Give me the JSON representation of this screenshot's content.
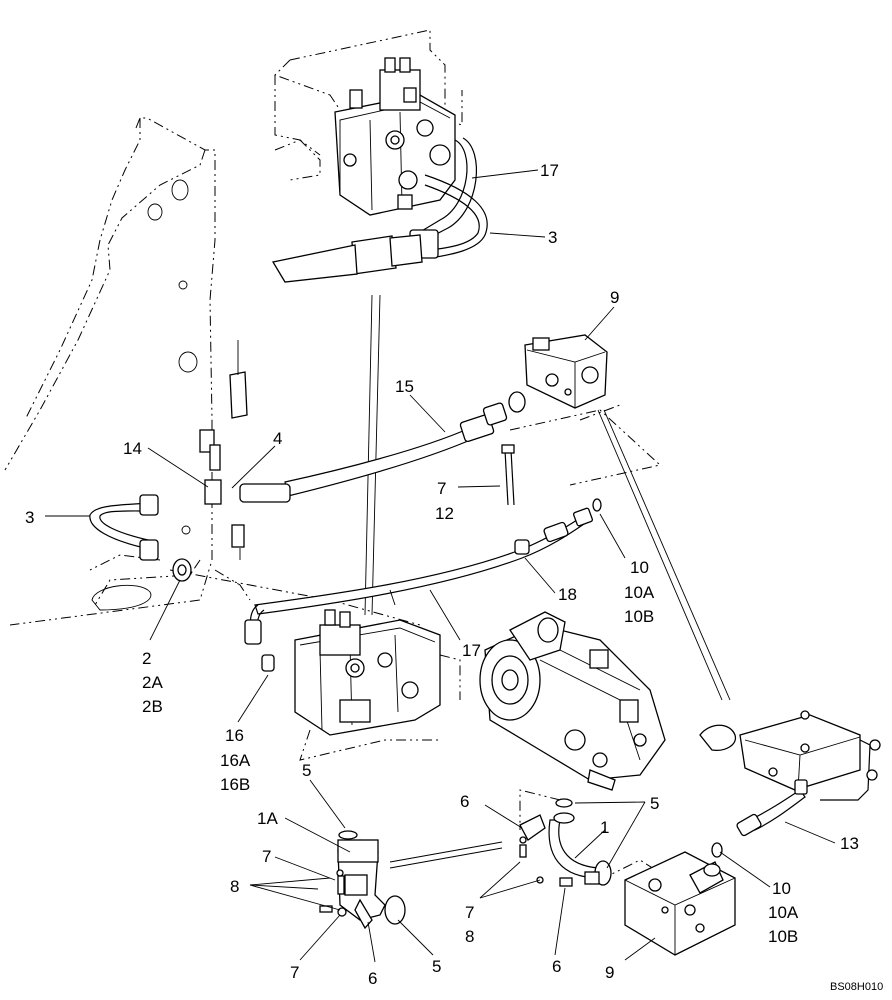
{
  "callouts": {
    "c17_top": "17",
    "c3_top": "3",
    "c9_top": "9",
    "c15": "15",
    "c14": "14",
    "c4": "4",
    "c3_left": "3",
    "c7_mid": "7",
    "c12": "12",
    "c10_mid": "10",
    "c10A_mid": "10A",
    "c10B_mid": "10B",
    "c18": "18",
    "c17_mid": "17",
    "c2": "2",
    "c2A": "2A",
    "c2B": "2B",
    "c16": "16",
    "c16A": "16A",
    "c16B": "16B",
    "c5_left": "5",
    "c1A": "1A",
    "c7_left": "7",
    "c8_left": "8",
    "c7_bottom": "7",
    "c6_bottom": "6",
    "c5_bottom": "5",
    "c6_right": "6",
    "c5_right": "5",
    "c1": "1",
    "c7_right": "7",
    "c8_right": "8",
    "c6_low": "6",
    "c9_bottom": "9",
    "c13": "13",
    "c10_right": "10",
    "c10A_right": "10A",
    "c10B_right": "10B"
  },
  "reference": "BS08H010"
}
